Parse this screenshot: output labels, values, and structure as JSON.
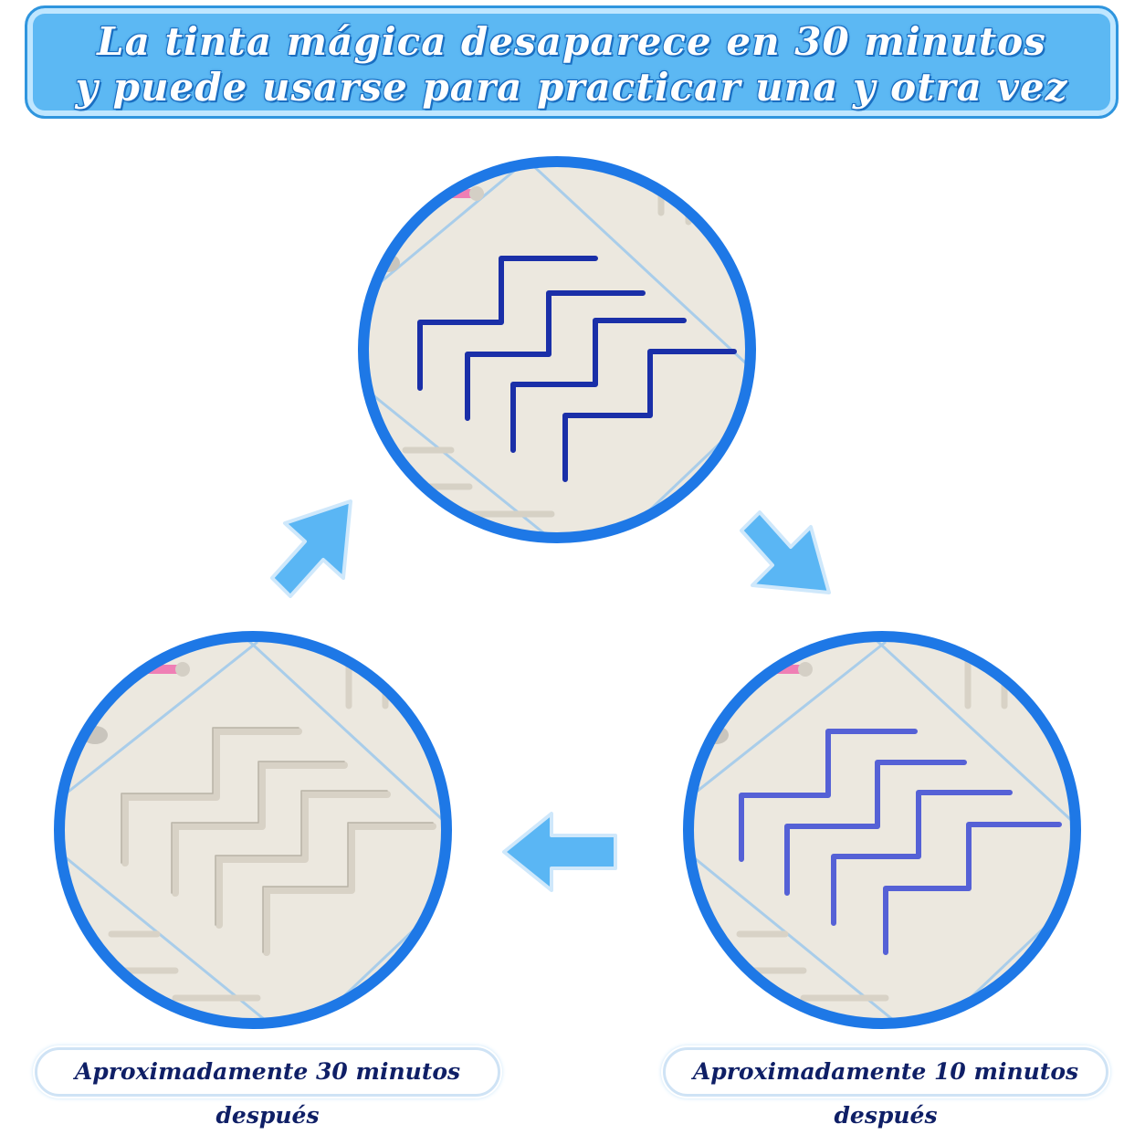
{
  "banner": {
    "line1": "La tinta mágica desaparece en 30 minutos",
    "line2": "y puede usarse para practicar una y otra vez"
  },
  "captions": {
    "left": "Aproximadamente 30 minutos después",
    "right": "Aproximadamente 10 minutos después"
  },
  "colors": {
    "banner_bg": "#5cb8f3",
    "ring": "#1e78e6",
    "paper": "#ece8df",
    "ink_fresh": "#1a2fa8",
    "ink_faded": "#5561d6",
    "arrow": "#5ab6f4",
    "caption_text": "#0f1f66"
  },
  "icons": {
    "arrows": [
      "arrow-up-right-icon",
      "arrow-down-right-icon",
      "arrow-left-icon"
    ]
  }
}
